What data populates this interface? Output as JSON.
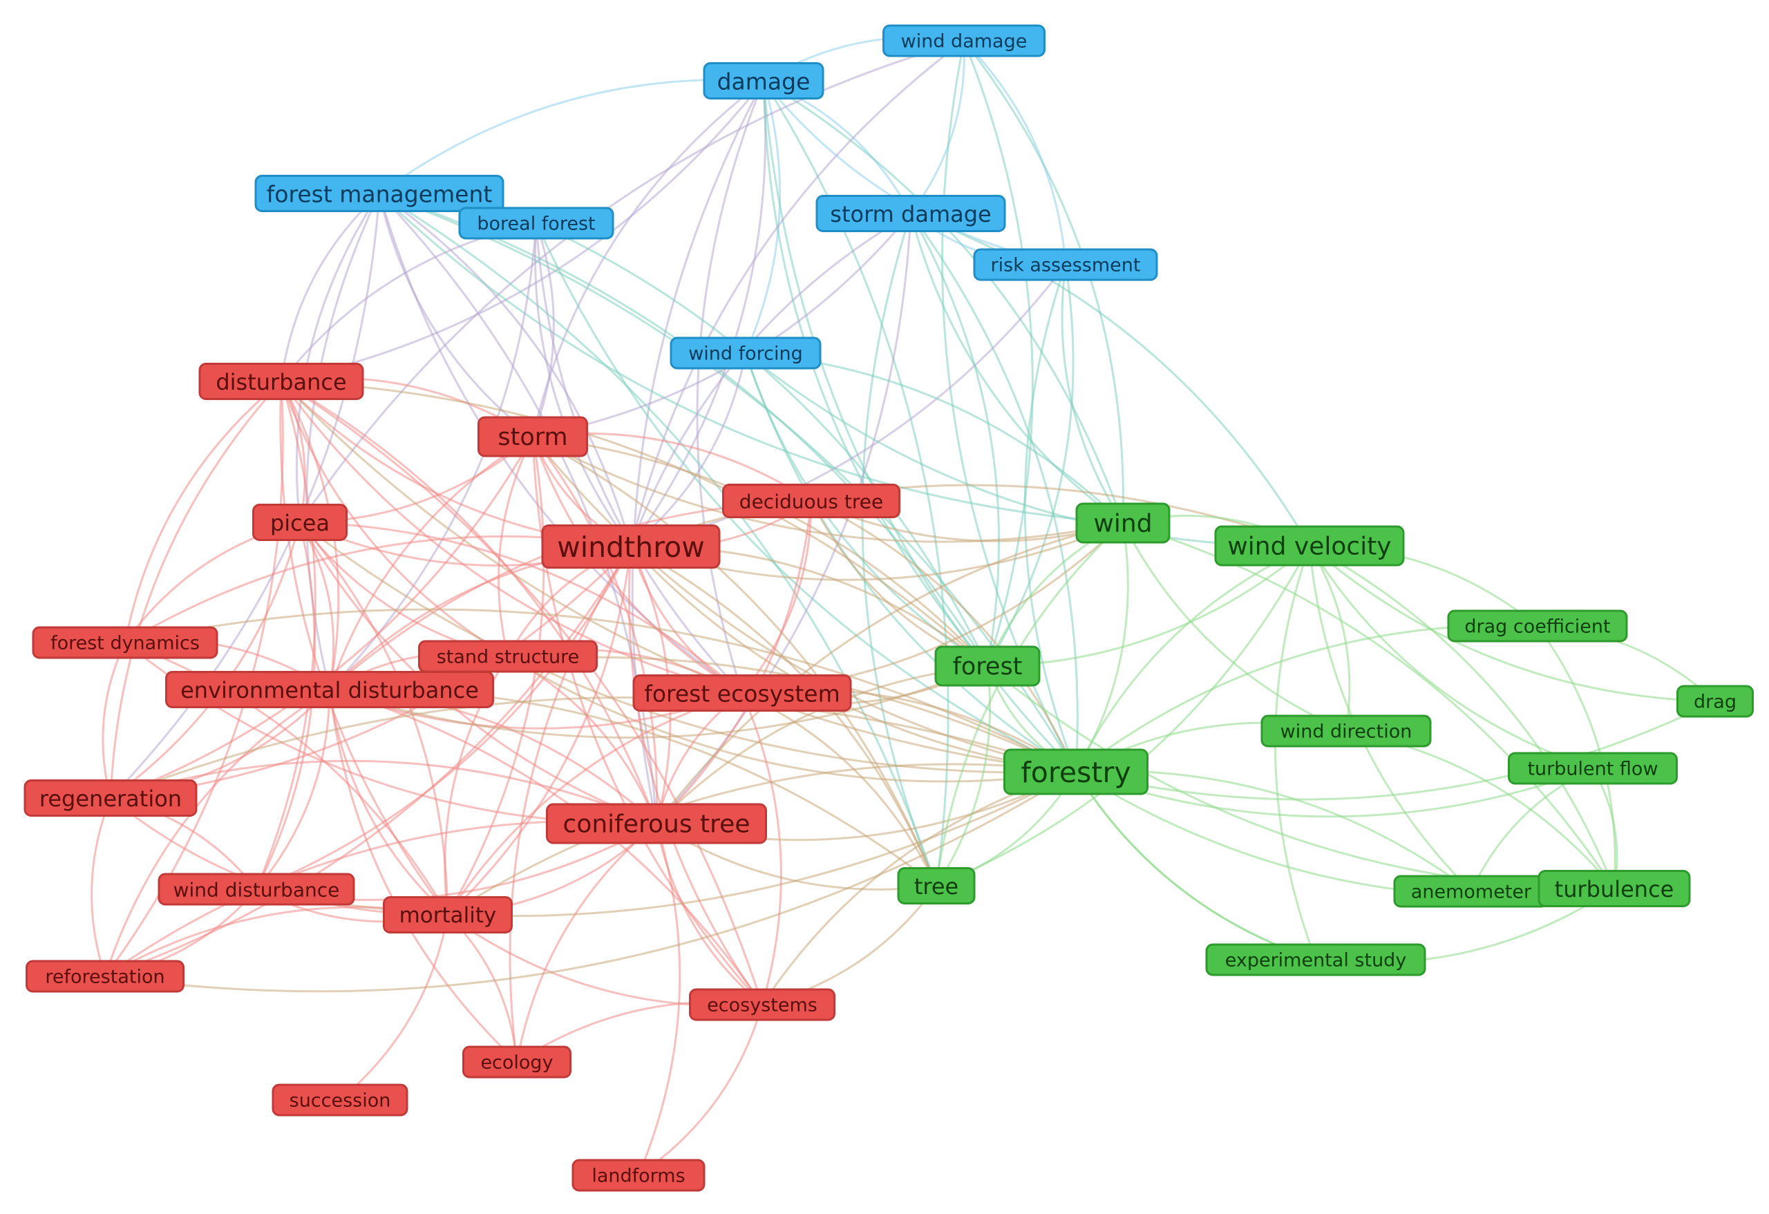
{
  "colors": {
    "cluster_red_fill": "#e8514e",
    "cluster_red_stroke": "#c23a37",
    "cluster_red_text": "#5a0f0d",
    "cluster_red_edge": "#f08a87",
    "cluster_blue_fill": "#44b6ef",
    "cluster_blue_stroke": "#1f8ec6",
    "cluster_blue_text": "#0b3b5c",
    "cluster_blue_edge": "#8fd0ee",
    "cluster_green_fill": "#4cc24a",
    "cluster_green_stroke": "#2d9a2c",
    "cluster_green_text": "#0f3f0e",
    "cluster_green_edge": "#8edb8b",
    "mixed_edge_red_green": "#c9a87a",
    "mixed_edge_blue_green": "#7fcfbf",
    "mixed_edge_blue_red": "#b7a8d0"
  },
  "nodes": [
    {
      "id": "wind_damage",
      "label": "wind damage",
      "cluster": "blue"
    },
    {
      "id": "damage",
      "label": "damage",
      "cluster": "blue"
    },
    {
      "id": "forest_management",
      "label": "forest management",
      "cluster": "blue"
    },
    {
      "id": "boreal_forest",
      "label": "boreal forest",
      "cluster": "blue"
    },
    {
      "id": "storm_damage",
      "label": "storm damage",
      "cluster": "blue"
    },
    {
      "id": "risk_assessment",
      "label": "risk assessment",
      "cluster": "blue"
    },
    {
      "id": "wind_forcing",
      "label": "wind forcing",
      "cluster": "blue"
    },
    {
      "id": "disturbance",
      "label": "disturbance",
      "cluster": "red"
    },
    {
      "id": "storm",
      "label": "storm",
      "cluster": "red"
    },
    {
      "id": "picea",
      "label": "picea",
      "cluster": "red"
    },
    {
      "id": "windthrow",
      "label": "windthrow",
      "cluster": "red"
    },
    {
      "id": "deciduous_tree",
      "label": "deciduous tree",
      "cluster": "red"
    },
    {
      "id": "forest_dynamics",
      "label": "forest dynamics",
      "cluster": "red"
    },
    {
      "id": "stand_structure",
      "label": "stand structure",
      "cluster": "red"
    },
    {
      "id": "environmental_disturbance",
      "label": "environmental disturbance",
      "cluster": "red"
    },
    {
      "id": "forest_ecosystem",
      "label": "forest ecosystem",
      "cluster": "red"
    },
    {
      "id": "regeneration",
      "label": "regeneration",
      "cluster": "red"
    },
    {
      "id": "coniferous_tree",
      "label": "coniferous tree",
      "cluster": "red"
    },
    {
      "id": "wind_disturbance",
      "label": "wind disturbance",
      "cluster": "red"
    },
    {
      "id": "mortality",
      "label": "mortality",
      "cluster": "red"
    },
    {
      "id": "reforestation",
      "label": "reforestation",
      "cluster": "red"
    },
    {
      "id": "ecosystems",
      "label": "ecosystems",
      "cluster": "red"
    },
    {
      "id": "ecology",
      "label": "ecology",
      "cluster": "red"
    },
    {
      "id": "succession",
      "label": "succession",
      "cluster": "red"
    },
    {
      "id": "landforms",
      "label": "landforms",
      "cluster": "red"
    },
    {
      "id": "wind",
      "label": "wind",
      "cluster": "green"
    },
    {
      "id": "wind_velocity",
      "label": "wind velocity",
      "cluster": "green"
    },
    {
      "id": "drag_coefficient",
      "label": "drag coefficient",
      "cluster": "green"
    },
    {
      "id": "forest",
      "label": "forest",
      "cluster": "green"
    },
    {
      "id": "drag",
      "label": "drag",
      "cluster": "green"
    },
    {
      "id": "wind_direction",
      "label": "wind direction",
      "cluster": "green"
    },
    {
      "id": "forestry",
      "label": "forestry",
      "cluster": "green"
    },
    {
      "id": "turbulent_flow",
      "label": "turbulent flow",
      "cluster": "green"
    },
    {
      "id": "tree",
      "label": "tree",
      "cluster": "green"
    },
    {
      "id": "anemometer",
      "label": "anemometer",
      "cluster": "green"
    },
    {
      "id": "turbulence",
      "label": "turbulence",
      "cluster": "green"
    },
    {
      "id": "experimental_study",
      "label": "experimental study",
      "cluster": "green"
    }
  ],
  "edges": [
    [
      "damage",
      "wind_damage"
    ],
    [
      "damage",
      "forest_management"
    ],
    [
      "damage",
      "storm_damage"
    ],
    [
      "damage",
      "risk_assessment"
    ],
    [
      "damage",
      "wind_forcing"
    ],
    [
      "damage",
      "storm"
    ],
    [
      "damage",
      "windthrow"
    ],
    [
      "damage",
      "forestry"
    ],
    [
      "damage",
      "wind"
    ],
    [
      "damage",
      "forest"
    ],
    [
      "damage",
      "disturbance"
    ],
    [
      "damage",
      "coniferous_tree"
    ],
    [
      "damage",
      "tree"
    ],
    [
      "damage",
      "forest_ecosystem"
    ],
    [
      "wind_damage",
      "storm_damage"
    ],
    [
      "wind_damage",
      "forestry"
    ],
    [
      "wind_damage",
      "wind"
    ],
    [
      "wind_damage",
      "windthrow"
    ],
    [
      "wind_damage",
      "forest"
    ],
    [
      "wind_damage",
      "picea"
    ],
    [
      "wind_damage",
      "risk_assessment"
    ],
    [
      "forest_management",
      "storm"
    ],
    [
      "forest_management",
      "windthrow"
    ],
    [
      "forest_management",
      "disturbance"
    ],
    [
      "forest_management",
      "forestry"
    ],
    [
      "forest_management",
      "wind"
    ],
    [
      "forest_management",
      "forest"
    ],
    [
      "forest_management",
      "environmental_disturbance"
    ],
    [
      "forest_management",
      "coniferous_tree"
    ],
    [
      "forest_management",
      "forest_ecosystem"
    ],
    [
      "forest_management",
      "regeneration"
    ],
    [
      "forest_management",
      "picea"
    ],
    [
      "forest_management",
      "tree"
    ],
    [
      "boreal_forest",
      "windthrow"
    ],
    [
      "boreal_forest",
      "storm"
    ],
    [
      "boreal_forest",
      "forestry"
    ],
    [
      "boreal_forest",
      "forest"
    ],
    [
      "boreal_forest",
      "disturbance"
    ],
    [
      "boreal_forest",
      "environmental_disturbance"
    ],
    [
      "boreal_forest",
      "forest_ecosystem"
    ],
    [
      "storm_damage",
      "forestry"
    ],
    [
      "storm_damage",
      "wind"
    ],
    [
      "storm_damage",
      "forest"
    ],
    [
      "storm_damage",
      "windthrow"
    ],
    [
      "storm_damage",
      "storm"
    ],
    [
      "storm_damage",
      "risk_assessment"
    ],
    [
      "storm_damage",
      "wind_velocity"
    ],
    [
      "storm_damage",
      "tree"
    ],
    [
      "storm_damage",
      "coniferous_tree"
    ],
    [
      "risk_assessment",
      "forestry"
    ],
    [
      "risk_assessment",
      "forest"
    ],
    [
      "risk_assessment",
      "wind"
    ],
    [
      "risk_assessment",
      "windthrow"
    ],
    [
      "wind_forcing",
      "forestry"
    ],
    [
      "wind_forcing",
      "wind"
    ],
    [
      "wind_forcing",
      "forest"
    ],
    [
      "wind_forcing",
      "windthrow"
    ],
    [
      "wind_forcing",
      "wind_velocity"
    ],
    [
      "disturbance",
      "storm"
    ],
    [
      "disturbance",
      "windthrow"
    ],
    [
      "disturbance",
      "picea"
    ],
    [
      "disturbance",
      "forest_dynamics"
    ],
    [
      "disturbance",
      "environmental_disturbance"
    ],
    [
      "disturbance",
      "regeneration"
    ],
    [
      "disturbance",
      "coniferous_tree"
    ],
    [
      "disturbance",
      "mortality"
    ],
    [
      "disturbance",
      "wind_disturbance"
    ],
    [
      "disturbance",
      "forest_ecosystem"
    ],
    [
      "disturbance",
      "reforestation"
    ],
    [
      "disturbance",
      "forestry"
    ],
    [
      "disturbance",
      "forest"
    ],
    [
      "disturbance",
      "stand_structure"
    ],
    [
      "disturbance",
      "ecosystems"
    ],
    [
      "storm",
      "windthrow"
    ],
    [
      "storm",
      "picea"
    ],
    [
      "storm",
      "environmental_disturbance"
    ],
    [
      "storm",
      "coniferous_tree"
    ],
    [
      "storm",
      "forest_ecosystem"
    ],
    [
      "storm",
      "mortality"
    ],
    [
      "storm",
      "forestry"
    ],
    [
      "storm",
      "forest"
    ],
    [
      "storm",
      "stand_structure"
    ],
    [
      "storm",
      "regeneration"
    ],
    [
      "storm",
      "wind"
    ],
    [
      "storm",
      "deciduous_tree"
    ],
    [
      "storm",
      "ecosystems"
    ],
    [
      "storm",
      "tree"
    ],
    [
      "picea",
      "windthrow"
    ],
    [
      "picea",
      "environmental_disturbance"
    ],
    [
      "picea",
      "coniferous_tree"
    ],
    [
      "picea",
      "regeneration"
    ],
    [
      "picea",
      "forest_dynamics"
    ],
    [
      "picea",
      "mortality"
    ],
    [
      "picea",
      "forestry"
    ],
    [
      "picea",
      "forest_ecosystem"
    ],
    [
      "picea",
      "stand_structure"
    ],
    [
      "picea",
      "wind_disturbance"
    ],
    [
      "windthrow",
      "environmental_disturbance"
    ],
    [
      "windthrow",
      "coniferous_tree"
    ],
    [
      "windthrow",
      "forest_ecosystem"
    ],
    [
      "windthrow",
      "mortality"
    ],
    [
      "windthrow",
      "forestry"
    ],
    [
      "windthrow",
      "forest"
    ],
    [
      "windthrow",
      "stand_structure"
    ],
    [
      "windthrow",
      "regeneration"
    ],
    [
      "windthrow",
      "wind"
    ],
    [
      "windthrow",
      "wind_velocity"
    ],
    [
      "windthrow",
      "deciduous_tree"
    ],
    [
      "windthrow",
      "tree"
    ],
    [
      "windthrow",
      "ecosystems"
    ],
    [
      "windthrow",
      "wind_disturbance"
    ],
    [
      "windthrow",
      "forest_dynamics"
    ],
    [
      "windthrow",
      "reforestation"
    ],
    [
      "windthrow",
      "ecology"
    ],
    [
      "deciduous_tree",
      "forestry"
    ],
    [
      "deciduous_tree",
      "forest"
    ],
    [
      "deciduous_tree",
      "coniferous_tree"
    ],
    [
      "deciduous_tree",
      "wind"
    ],
    [
      "deciduous_tree",
      "forest_ecosystem"
    ],
    [
      "deciduous_tree",
      "environmental_disturbance"
    ],
    [
      "forest_dynamics",
      "environmental_disturbance"
    ],
    [
      "forest_dynamics",
      "regeneration"
    ],
    [
      "forest_dynamics",
      "forestry"
    ],
    [
      "forest_dynamics",
      "coniferous_tree"
    ],
    [
      "forest_dynamics",
      "mortality"
    ],
    [
      "stand_structure",
      "environmental_disturbance"
    ],
    [
      "stand_structure",
      "coniferous_tree"
    ],
    [
      "stand_structure",
      "forestry"
    ],
    [
      "stand_structure",
      "forest_ecosystem"
    ],
    [
      "stand_structure",
      "mortality"
    ],
    [
      "environmental_disturbance",
      "coniferous_tree"
    ],
    [
      "environmental_disturbance",
      "forest_ecosystem"
    ],
    [
      "environmental_disturbance",
      "regeneration"
    ],
    [
      "environmental_disturbance",
      "mortality"
    ],
    [
      "environmental_disturbance",
      "forestry"
    ],
    [
      "environmental_disturbance",
      "forest"
    ],
    [
      "environmental_disturbance",
      "wind_disturbance"
    ],
    [
      "environmental_disturbance",
      "reforestation"
    ],
    [
      "environmental_disturbance",
      "ecosystems"
    ],
    [
      "environmental_disturbance",
      "ecology"
    ],
    [
      "environmental_disturbance",
      "tree"
    ],
    [
      "forest_ecosystem",
      "coniferous_tree"
    ],
    [
      "forest_ecosystem",
      "forestry"
    ],
    [
      "forest_ecosystem",
      "forest"
    ],
    [
      "forest_ecosystem",
      "tree"
    ],
    [
      "forest_ecosystem",
      "mortality"
    ],
    [
      "forest_ecosystem",
      "ecosystems"
    ],
    [
      "forest_ecosystem",
      "wind"
    ],
    [
      "regeneration",
      "coniferous_tree"
    ],
    [
      "regeneration",
      "reforestation"
    ],
    [
      "regeneration",
      "wind_disturbance"
    ],
    [
      "regeneration",
      "mortality"
    ],
    [
      "regeneration",
      "forestry"
    ],
    [
      "coniferous_tree",
      "forestry"
    ],
    [
      "coniferous_tree",
      "forest"
    ],
    [
      "coniferous_tree",
      "tree"
    ],
    [
      "coniferous_tree",
      "mortality"
    ],
    [
      "coniferous_tree",
      "ecosystems"
    ],
    [
      "coniferous_tree",
      "wind"
    ],
    [
      "coniferous_tree",
      "reforestation"
    ],
    [
      "coniferous_tree",
      "wind_disturbance"
    ],
    [
      "coniferous_tree",
      "ecology"
    ],
    [
      "coniferous_tree",
      "landforms"
    ],
    [
      "wind_disturbance",
      "mortality"
    ],
    [
      "wind_disturbance",
      "reforestation"
    ],
    [
      "wind_disturbance",
      "forestry"
    ],
    [
      "mortality",
      "forestry"
    ],
    [
      "mortality",
      "ecosystems"
    ],
    [
      "mortality",
      "ecology"
    ],
    [
      "mortality",
      "reforestation"
    ],
    [
      "mortality",
      "succession"
    ],
    [
      "reforestation",
      "forestry"
    ],
    [
      "ecosystems",
      "forestry"
    ],
    [
      "ecosystems",
      "ecology"
    ],
    [
      "ecosystems",
      "landforms"
    ],
    [
      "ecosystems",
      "tree"
    ],
    [
      "wind",
      "wind_velocity"
    ],
    [
      "wind",
      "forest"
    ],
    [
      "wind",
      "forestry"
    ],
    [
      "wind",
      "tree"
    ],
    [
      "wind",
      "turbulence"
    ],
    [
      "wind",
      "wind_direction"
    ],
    [
      "wind_velocity",
      "forest"
    ],
    [
      "wind_velocity",
      "forestry"
    ],
    [
      "wind_velocity",
      "drag_coefficient"
    ],
    [
      "wind_velocity",
      "drag"
    ],
    [
      "wind_velocity",
      "wind_direction"
    ],
    [
      "wind_velocity",
      "turbulent_flow"
    ],
    [
      "wind_velocity",
      "turbulence"
    ],
    [
      "wind_velocity",
      "anemometer"
    ],
    [
      "wind_velocity",
      "tree"
    ],
    [
      "wind_velocity",
      "experimental_study"
    ],
    [
      "drag_coefficient",
      "drag"
    ],
    [
      "drag_coefficient",
      "forestry"
    ],
    [
      "drag_coefficient",
      "turbulence"
    ],
    [
      "forest",
      "forestry"
    ],
    [
      "forest",
      "tree"
    ],
    [
      "forest",
      "turbulence"
    ],
    [
      "drag",
      "forestry"
    ],
    [
      "wind_direction",
      "forestry"
    ],
    [
      "wind_direction",
      "turbulence"
    ],
    [
      "forestry",
      "turbulent_flow"
    ],
    [
      "forestry",
      "tree"
    ],
    [
      "forestry",
      "turbulence"
    ],
    [
      "forestry",
      "anemometer"
    ],
    [
      "forestry",
      "experimental_study"
    ],
    [
      "turbulent_flow",
      "turbulence"
    ],
    [
      "turbulent_flow",
      "anemometer"
    ],
    [
      "anemometer",
      "turbulence"
    ],
    [
      "experimental_study",
      "turbulence"
    ],
    [
      "experimental_study",
      "forestry"
    ]
  ]
}
